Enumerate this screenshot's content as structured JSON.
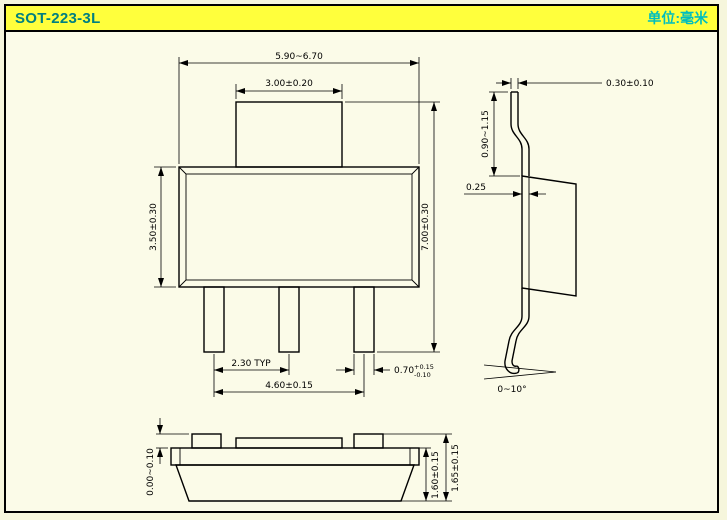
{
  "header": {
    "title": "SOT-223-3L",
    "unit_label": "单位:毫米"
  },
  "colors": {
    "page_bg": "#fbfbe8",
    "header_bg": "#ffff3c",
    "title_color": "#008080",
    "unit_color": "#00bebe",
    "line_color": "#000000",
    "metal_fill": "#e6e6d6"
  },
  "front_view": {
    "dims": {
      "overall_width": "5.90~6.70",
      "tab_width": "3.00±0.20",
      "body_height": "3.50±0.30",
      "total_height": "7.00±0.30",
      "pin_pitch": "2.30 TYP",
      "pin_span": "4.60±0.15",
      "pin_width": "0.70",
      "pin_width_tol_plus": "+0.15",
      "pin_width_tol_minus": "-0.10"
    }
  },
  "side_view": {
    "dims": {
      "lead_thickness": "0.30±0.10",
      "tab_lead_length": "0.90~1.15",
      "lead_gap": "0.25",
      "lead_angle": "0~10°"
    }
  },
  "bottom_view": {
    "dims": {
      "standoff": "0.00~0.10",
      "body_thickness": "1.60±0.15",
      "total_thickness": "1.65±0.15"
    }
  }
}
